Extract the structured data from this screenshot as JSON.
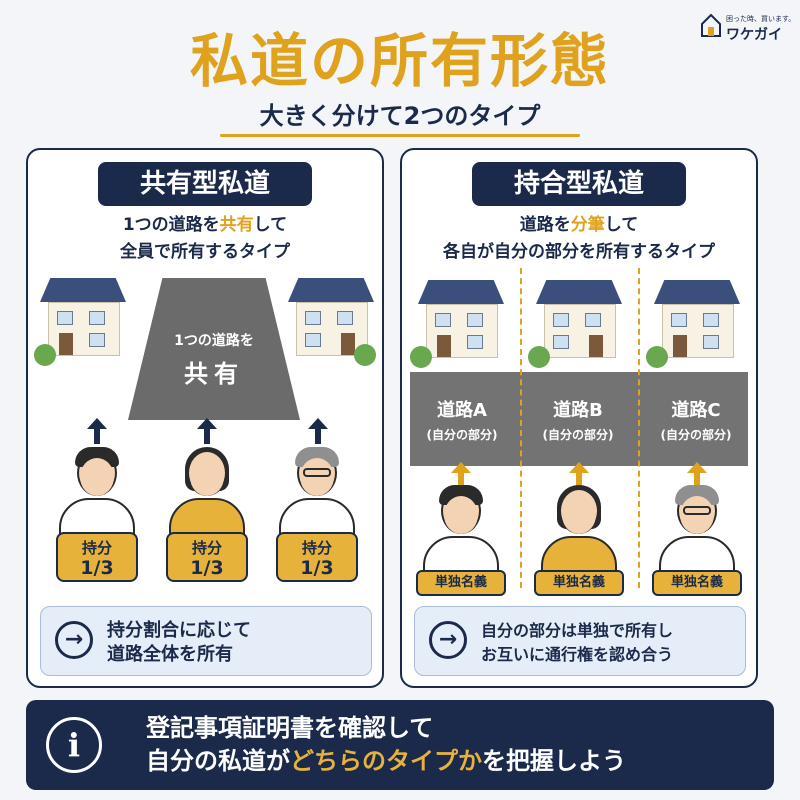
{
  "header": {
    "title": "私道の所有形態",
    "subtitle": "大きく分けて2つのタイプ",
    "logo": {
      "tagline": "困った時、買います。",
      "name": "ワケガイ",
      "icon": "house-logo-icon"
    }
  },
  "colors": {
    "navy": "#1b2a4a",
    "gold": "#e0a21c",
    "road": "#6b6b6b",
    "panel_bg": "#ffffff",
    "callout_bg": "#e5eef8"
  },
  "left_panel": {
    "title": "共有型私道",
    "desc_line1_pre": "1つの道路を",
    "desc_line1_hl": "共有",
    "desc_line1_post": "して",
    "desc_line2": "全員で所有するタイプ",
    "road_small": "1つの道路を",
    "road_big": "共有",
    "shares": [
      {
        "label": "持分",
        "value": "1/3"
      },
      {
        "label": "持分",
        "value": "1/3"
      },
      {
        "label": "持分",
        "value": "1/3"
      }
    ],
    "callout_icon": "arrow-right-icon",
    "callout_line1": "持分割合に応じて",
    "callout_line2": "道路全体を所有"
  },
  "right_panel": {
    "title": "持合型私道",
    "desc_line1_pre": "道路を",
    "desc_line1_hl": "分筆",
    "desc_line1_post": "して",
    "desc_line2": "各自が自分の部分を所有するタイプ",
    "roads": [
      {
        "name": "道路A",
        "sub": "(自分の部分)"
      },
      {
        "name": "道路B",
        "sub": "(自分の部分)"
      },
      {
        "name": "道路C",
        "sub": "(自分の部分)"
      }
    ],
    "tags": [
      "単独名義",
      "単独名義",
      "単独名義"
    ],
    "callout_icon": "arrow-right-icon",
    "callout_line1": "自分の部分は単独で所有し",
    "callout_line2": "お互いに通行権を認め合う"
  },
  "footer": {
    "icon": "info-icon",
    "line1": "登記事項証明書を確認して",
    "line2_pre": "自分の私道が",
    "line2_hl": "どちらのタイプか",
    "line2_post": "を把握しよう"
  }
}
